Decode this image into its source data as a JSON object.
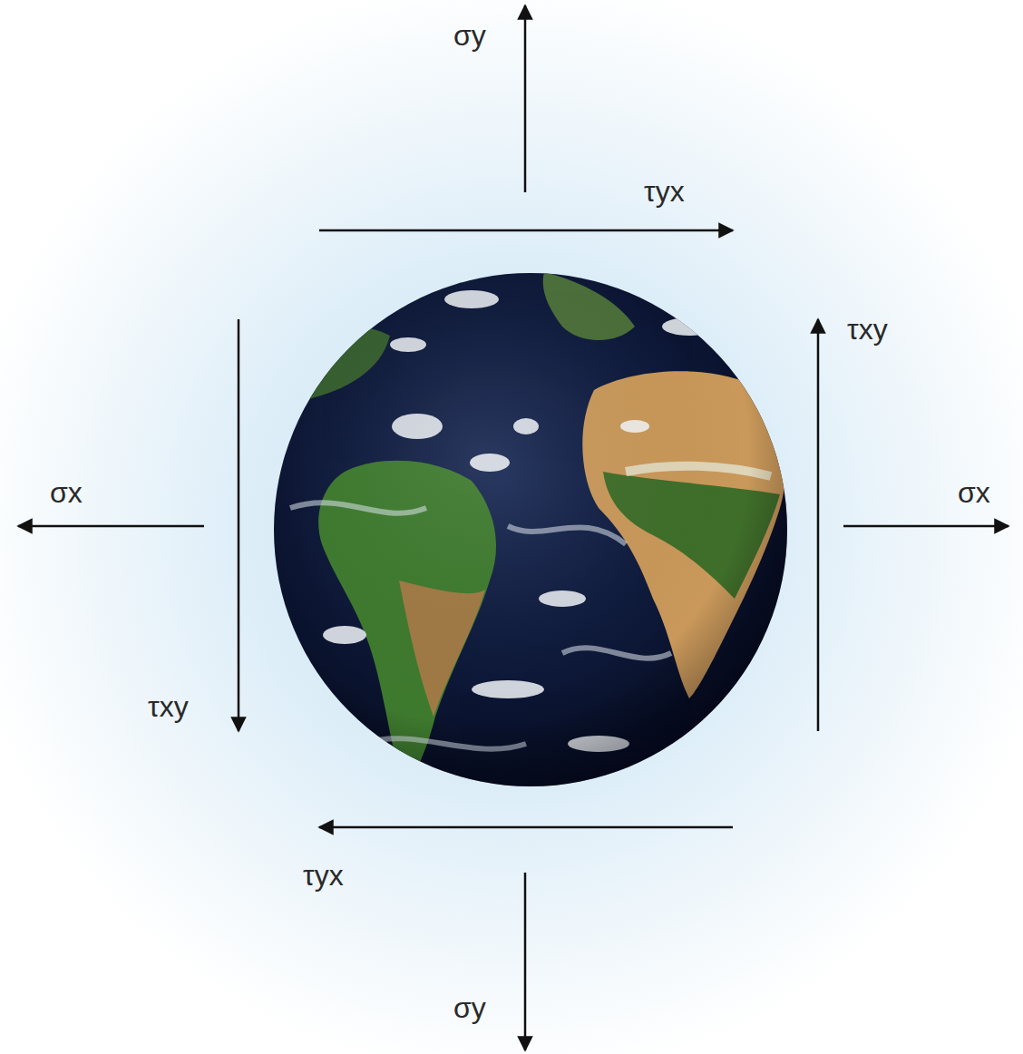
{
  "diagram": {
    "labels": [
      "σy",
      "τyx",
      "τxy",
      "σx",
      "σx",
      "τxy",
      "τyx",
      "σy"
    ]
  }
}
